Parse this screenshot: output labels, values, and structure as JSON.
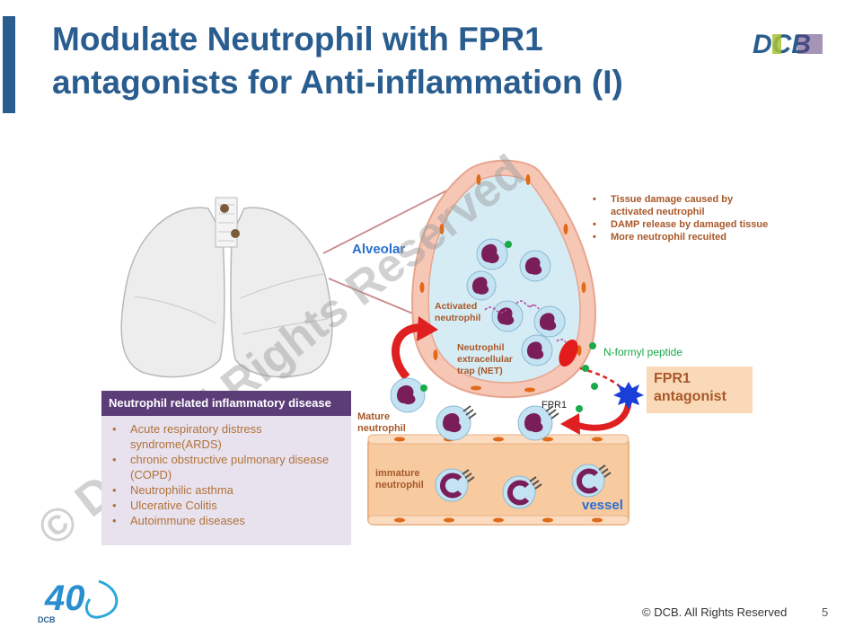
{
  "title": "Modulate Neutrophil with FPR1 antagonists for Anti-inflammation (I)",
  "logo_text": "DCB",
  "diagram": {
    "alveolar": "Alveolar",
    "activated_neutrophil": "Activated\nneutrophil",
    "net": "Neutrophil\nextracellular\ntrap (NET)",
    "n_formyl": "N-formyl peptide",
    "fpr1": "FPR1",
    "mature_neutrophil": "Mature\nneutrophil",
    "immature_neutrophil": "immature\nneutrophil",
    "vessel": "vessel"
  },
  "bullets": [
    "Tissue damage caused by activated neutrophil",
    "DAMP release by damaged tissue",
    "More neutrophil recuited"
  ],
  "fpr1_antagonist": "FPR1\nantagonist",
  "disease_box": {
    "heading": "Neutrophil related inflammatory disease",
    "items": [
      "Acute respiratory distress syndrome(ARDS)",
      "chronic obstructive pulmonary disease (COPD)",
      "Neutrophilic asthma",
      "Ulcerative Colitis",
      "Autoimmune diseases"
    ]
  },
  "watermark": "© DCB All Rights Reserved",
  "footer": "© DCB. All Rights Reserved",
  "page_number": "5",
  "badge": {
    "number": "40",
    "label": "DCB"
  },
  "colors": {
    "title": "#2a5d8f",
    "purple": "#5b3d78",
    "orange_text": "#a8582a",
    "vessel": "#f7caa0",
    "alveolus": "#d6ecf5"
  }
}
